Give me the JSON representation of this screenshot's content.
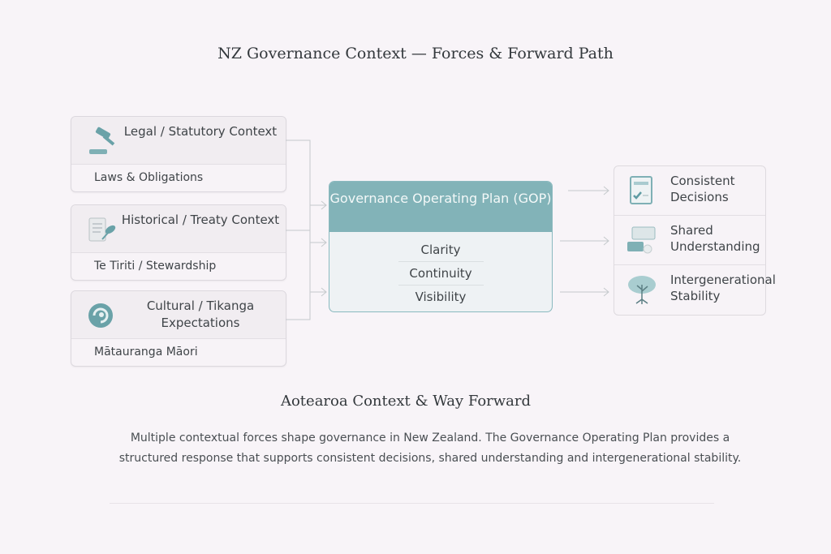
{
  "title": "NZ Governance Context — Forces & Forward Path",
  "contexts": [
    {
      "title": "Legal / Statutory Context",
      "subtitle": "Laws & Obligations",
      "icon": "gavel-icon"
    },
    {
      "title": "Historical / Treaty Context",
      "subtitle": "Te Tiriti / Stewardship",
      "icon": "scroll-quill-icon"
    },
    {
      "title": "Cultural / Tikanga Expectations",
      "subtitle": "Mātauranga Māori",
      "icon": "koru-icon"
    }
  ],
  "gop": {
    "title": "Governance Operating Plan (GOP)",
    "items": [
      "Clarity",
      "Continuity",
      "Visibility"
    ],
    "color": "#82b3b8"
  },
  "outcomes": [
    {
      "label": "Consistent Decisions",
      "icon": "checklist-icon"
    },
    {
      "label": "Shared Understanding",
      "icon": "chat-bubbles-icon"
    },
    {
      "label": "Intergenerational Stability",
      "icon": "tree-icon"
    }
  ],
  "section": {
    "title": "Aotearoa Context & Way Forward",
    "body": "Multiple contextual forces shape governance in New Zealand. The Governance Operating Plan provides a structured response that supports consistent decisions, shared understanding and intergenerational stability."
  }
}
